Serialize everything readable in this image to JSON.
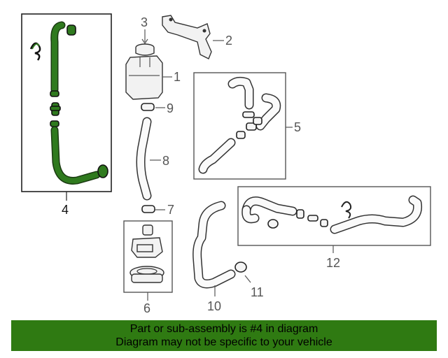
{
  "callouts": {
    "c1": "1",
    "c2": "2",
    "c3": "3",
    "c4": "4",
    "c5": "5",
    "c6": "6",
    "c7": "7",
    "c8": "8",
    "c9": "9",
    "c10": "10",
    "c11": "11",
    "c12": "12"
  },
  "banner": {
    "line1": "Part or sub-assembly is #4 in diagram",
    "line2": "Diagram may not be specific to your vehicle"
  },
  "colors": {
    "highlight": "#2f7a1e",
    "banner_bg": "#2f7a12",
    "outline": "#333333"
  }
}
